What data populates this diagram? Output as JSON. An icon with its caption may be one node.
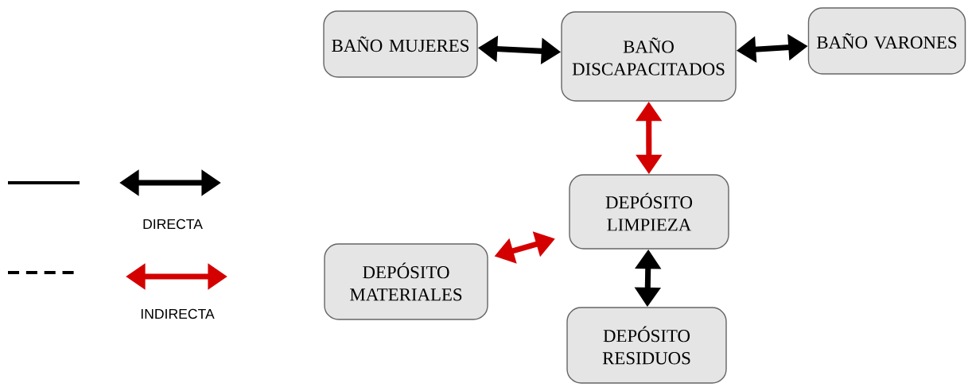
{
  "diagram": {
    "nodes": [
      {
        "text": [
          "BAÑO MUJERES"
        ]
      },
      {
        "text": [
          "BAÑO DISCAPACITADOS"
        ]
      },
      {
        "text": [
          "BAÑO VARONES"
        ]
      },
      {
        "text": [
          "DEPÓSITO LIMPIEZA"
        ]
      },
      {
        "text": [
          "DEPÓSITO MATERIALES"
        ]
      },
      {
        "text": [
          "DEPÓSITO RESIDUOS"
        ]
      }
    ],
    "edges": [
      {
        "from": 0,
        "to": 1,
        "arrow": "both"
      },
      {
        "from": 1,
        "to": 2,
        "arrow": "both"
      },
      {
        "from": 1,
        "to": 3,
        "arrow": "both",
        "color": "#d40000"
      },
      {
        "from": 4,
        "to": 3,
        "arrow": "both",
        "color": "#d40000"
      },
      {
        "from": 3,
        "to": 5,
        "arrow": "both"
      }
    ],
    "legend": [
      {
        "text": "DIRECTA"
      },
      {
        "text": "INDIRECTA"
      }
    ]
  }
}
